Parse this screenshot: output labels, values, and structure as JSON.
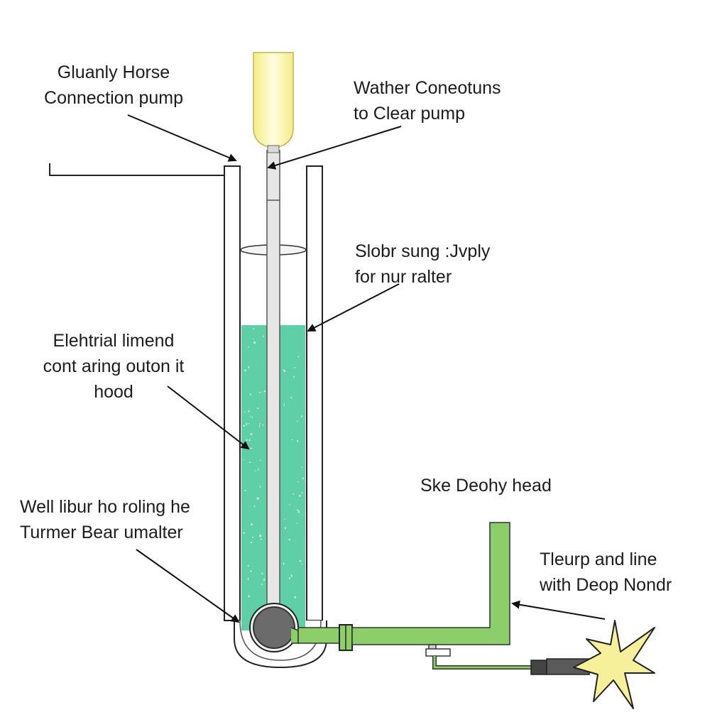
{
  "labels": {
    "horse_connection": {
      "line1": "Gluanly Horse",
      "line2": "Connection pump"
    },
    "water_connections": {
      "line1": "Wather Coneotuns",
      "line2": "to Clear pump"
    },
    "supply": {
      "line1": "Slobr sung :Jvply",
      "line2": "for nur ralter"
    },
    "electrical": {
      "line1": "Elehtrial limend",
      "line2": "cont aring outon it",
      "line3": "hood"
    },
    "well_liner": {
      "line1": "Well libur ho roling he",
      "line2": "Turmer Bear umalter"
    },
    "head": {
      "line1": "Ske Deohy head"
    },
    "tleurp": {
      "line1": "Tleurp and line",
      "line2": "with Deop Nondr"
    }
  },
  "colors": {
    "liquid": "#5fcfa8",
    "pipe_green": "#8ccf6a",
    "bulb": "#fbf6a8",
    "spark": "#f7f09a",
    "outline": "#1a1a1a"
  },
  "icons": [
    "light-bulb-icon",
    "pump-motor-icon",
    "spark-icon",
    "arrow-icon"
  ]
}
